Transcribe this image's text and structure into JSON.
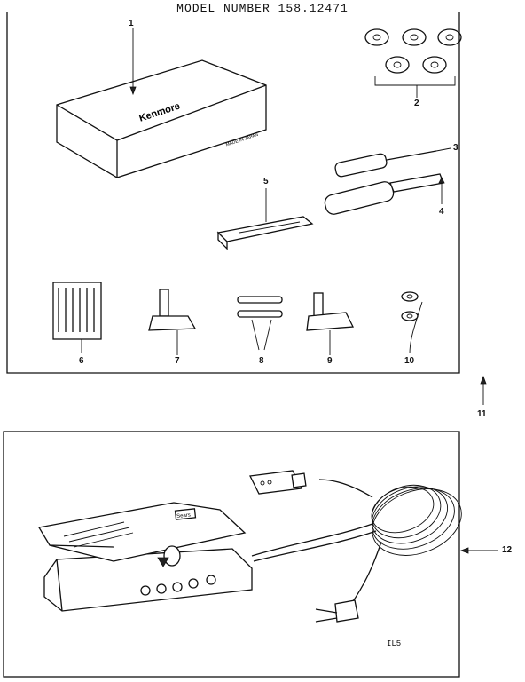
{
  "title": "MODEL NUMBER 158.12471",
  "callouts": {
    "c1": "1",
    "c2": "2",
    "c3": "3",
    "c4": "4",
    "c5": "5",
    "c6": "6",
    "c7": "7",
    "c8": "8",
    "c9": "9",
    "c10": "10",
    "c11": "11",
    "c12": "12"
  },
  "box_brand": "Kenmore",
  "box_made_in": "MADE IN JAPAN",
  "pedal_brand": "Sears",
  "drawing_code": "IL5"
}
